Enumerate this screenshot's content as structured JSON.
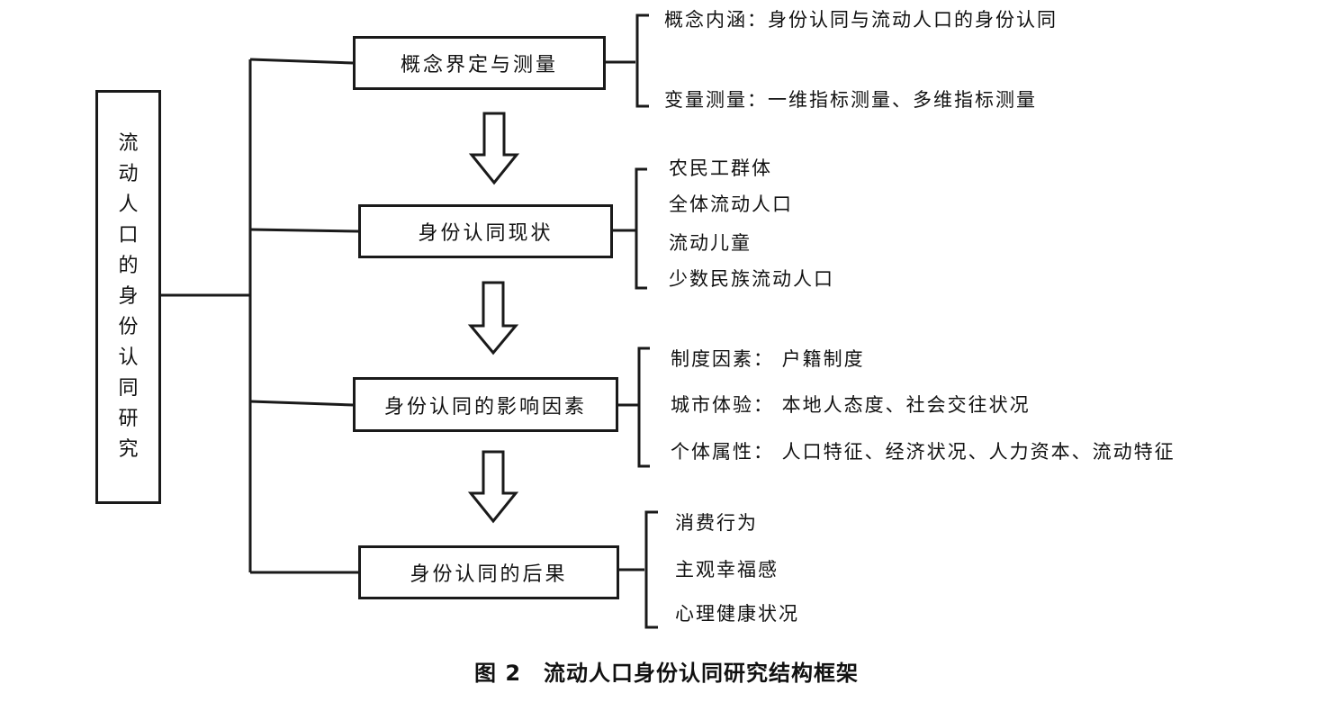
{
  "root": {
    "title": "流动人口的身份认同研究"
  },
  "stages": [
    {
      "label": "概念界定与测量",
      "items": [
        "概念内涵：身份认同与流动人口的身份认同",
        "变量测量：一维指标测量、多维指标测量"
      ]
    },
    {
      "label": "身份认同现状",
      "items": [
        "农民工群体",
        "全体流动人口",
        "流动儿童",
        "少数民族流动人口"
      ]
    },
    {
      "label": "身份认同的影响因素",
      "items": [
        "制度因素： 户籍制度",
        "城市体验： 本地人态度、社会交往状况",
        "个体属性： 人口特征、经济状况、人力资本、流动特征"
      ]
    },
    {
      "label": "身份认同的后果",
      "items": [
        "消费行为",
        "主观幸福感",
        "心理健康状况"
      ]
    }
  ],
  "caption": "图 2　流动人口身份认同研究结构框架"
}
